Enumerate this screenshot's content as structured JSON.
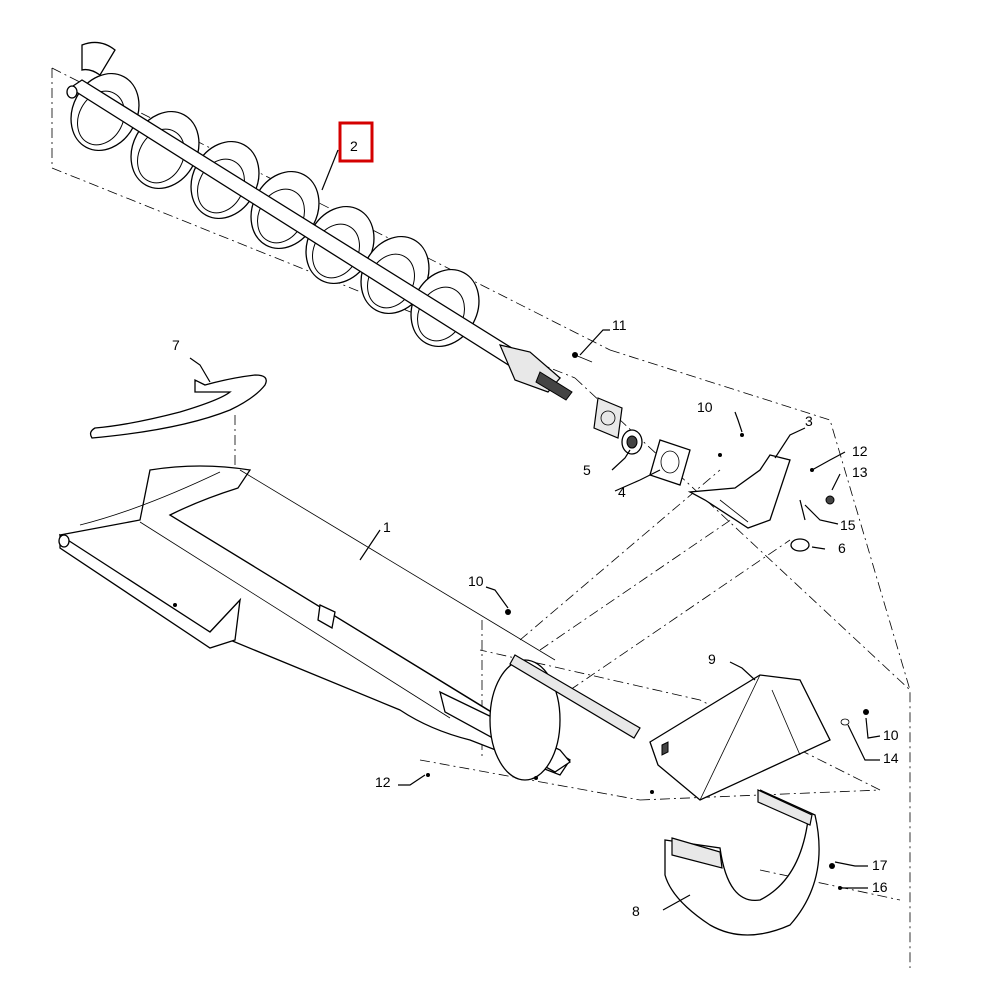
{
  "highlight_color": "#d40000",
  "highlighted_callout": "2",
  "callouts": {
    "c1": "1",
    "c2": "2",
    "c3": "3",
    "c4": "4",
    "c5": "5",
    "c6": "6",
    "c7": "7",
    "c8": "8",
    "c9": "9",
    "c10a": "10",
    "c10b": "10",
    "c10c": "10",
    "c11": "11",
    "c12a": "12",
    "c12b": "12",
    "c13": "13",
    "c14": "14",
    "c15": "15",
    "c16": "16",
    "c17": "17"
  }
}
